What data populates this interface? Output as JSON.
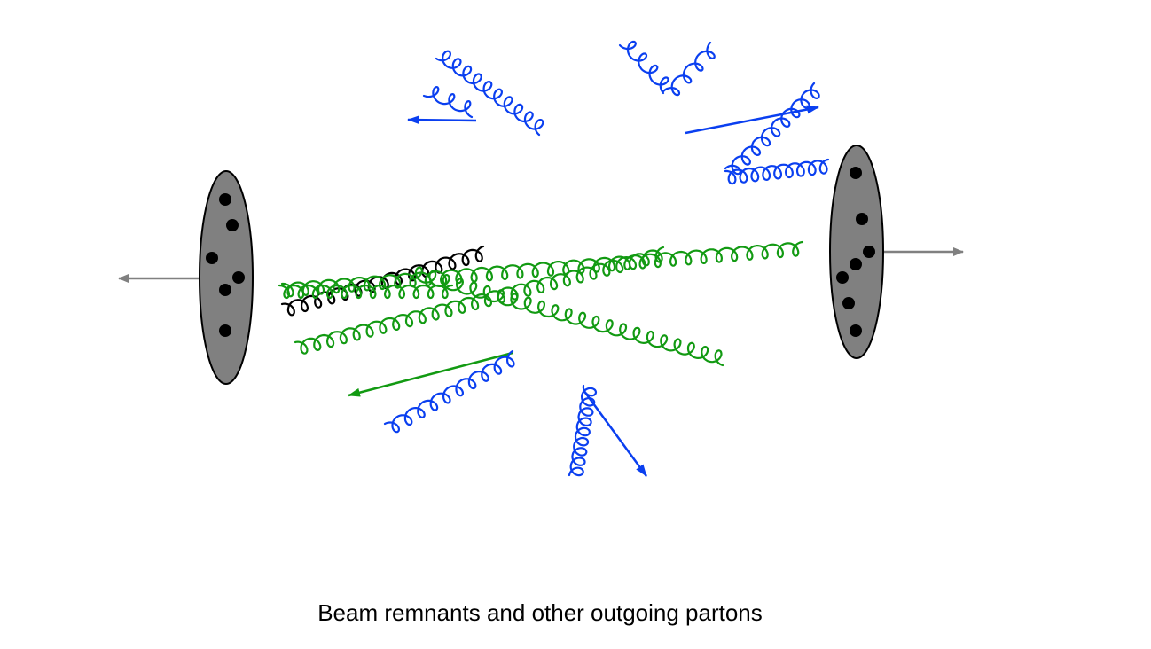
{
  "caption": "Beam remnants and other outgoing partons",
  "colors": {
    "background": "#ffffff",
    "remnant_fill": "#808080",
    "remnant_stroke": "#000000",
    "quark_dot": "#000000",
    "beam_arrow": "#808080",
    "gluon_black": "#000000",
    "gluon_green": "#129a12",
    "gluon_blue": "#0a3ff0"
  },
  "elements": {
    "beam_remnants": [
      "left-beam-remnant",
      "right-beam-remnant"
    ],
    "beam_arrows": [
      "left-beam-arrow",
      "right-beam-arrow"
    ],
    "gluon_colors": [
      "black",
      "green",
      "blue"
    ],
    "outgoing_arrows": [
      "blue",
      "green"
    ]
  }
}
